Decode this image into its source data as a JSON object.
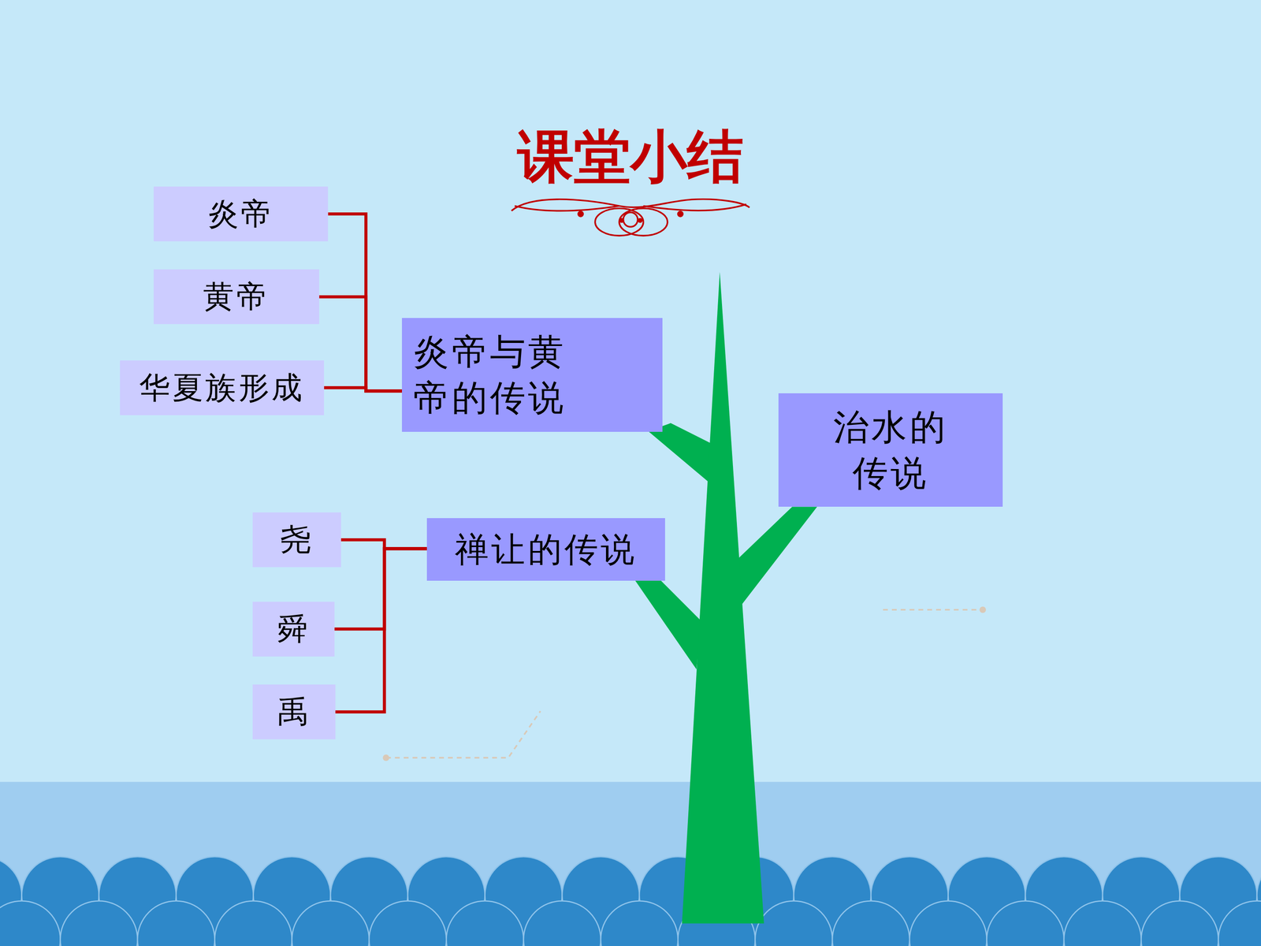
{
  "diagram": {
    "title": "课堂小结",
    "nodes": [
      {
        "text": [
          "炎帝"
        ]
      },
      {
        "text": [
          "黄帝"
        ]
      },
      {
        "text": [
          "华夏族形成"
        ]
      },
      {
        "text": [
          "炎帝与黄帝的传说"
        ]
      },
      {
        "text": [
          "治水的传说"
        ]
      },
      {
        "text": [
          "尧"
        ]
      },
      {
        "text": [
          "舜"
        ]
      },
      {
        "text": [
          "禹"
        ]
      },
      {
        "text": [
          "禅让的传说"
        ]
      }
    ],
    "edges": [
      {
        "from": 0,
        "to": 3,
        "arrow": "none"
      },
      {
        "from": 1,
        "to": 3,
        "arrow": "none"
      },
      {
        "from": 2,
        "to": 3,
        "arrow": "none"
      },
      {
        "from": 5,
        "to": 8,
        "arrow": "none"
      },
      {
        "from": 6,
        "to": 8,
        "arrow": "none"
      },
      {
        "from": 7,
        "to": 8,
        "arrow": "none"
      }
    ]
  }
}
